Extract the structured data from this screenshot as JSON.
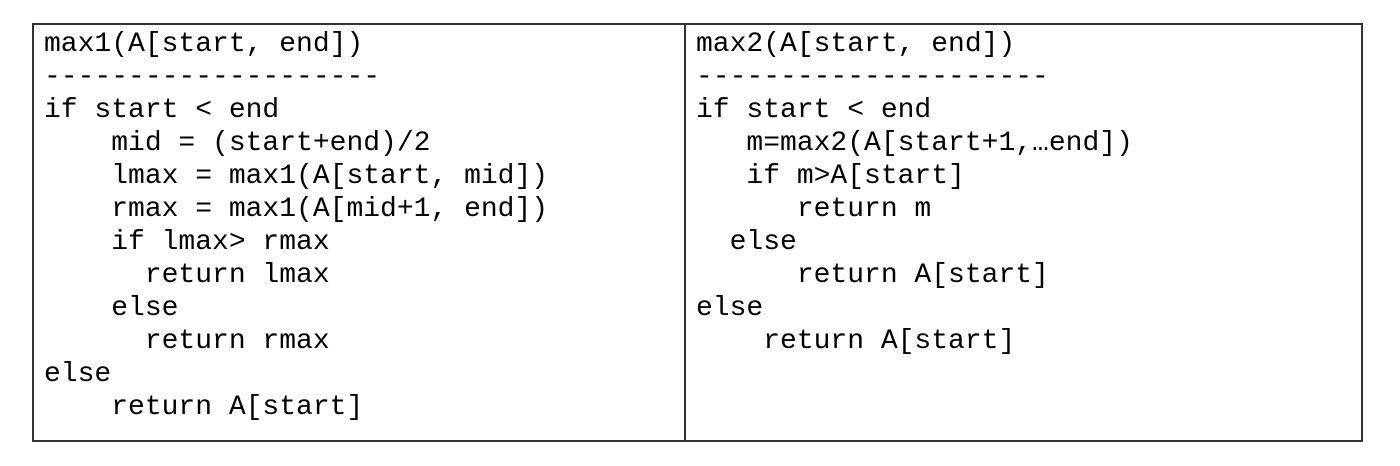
{
  "panels": [
    {
      "name": "max1",
      "title_line": "max1(A[start, end])",
      "lines": [
        "max1(A[start, end])",
        "--------------------",
        "if start < end",
        "    mid = (start+end)/2",
        "    lmax = max1(A[start, mid])",
        "    rmax = max1(A[mid+1, end])",
        "    if lmax> rmax",
        "      return lmax",
        "    else",
        "      return rmax",
        "else",
        "    return A[start]"
      ]
    },
    {
      "name": "max2",
      "title_line": "max2(A[start, end])",
      "lines": [
        "max2(A[start, end])",
        "---------------------",
        "if start < end",
        "   m=max2(A[start+1,…end])",
        "   if m>A[start]",
        "      return m",
        "  else",
        "      return A[start]",
        "else",
        "    return A[start]"
      ]
    }
  ],
  "colors": {
    "border": "#333333",
    "text": "#000000",
    "background": "#ffffff"
  }
}
